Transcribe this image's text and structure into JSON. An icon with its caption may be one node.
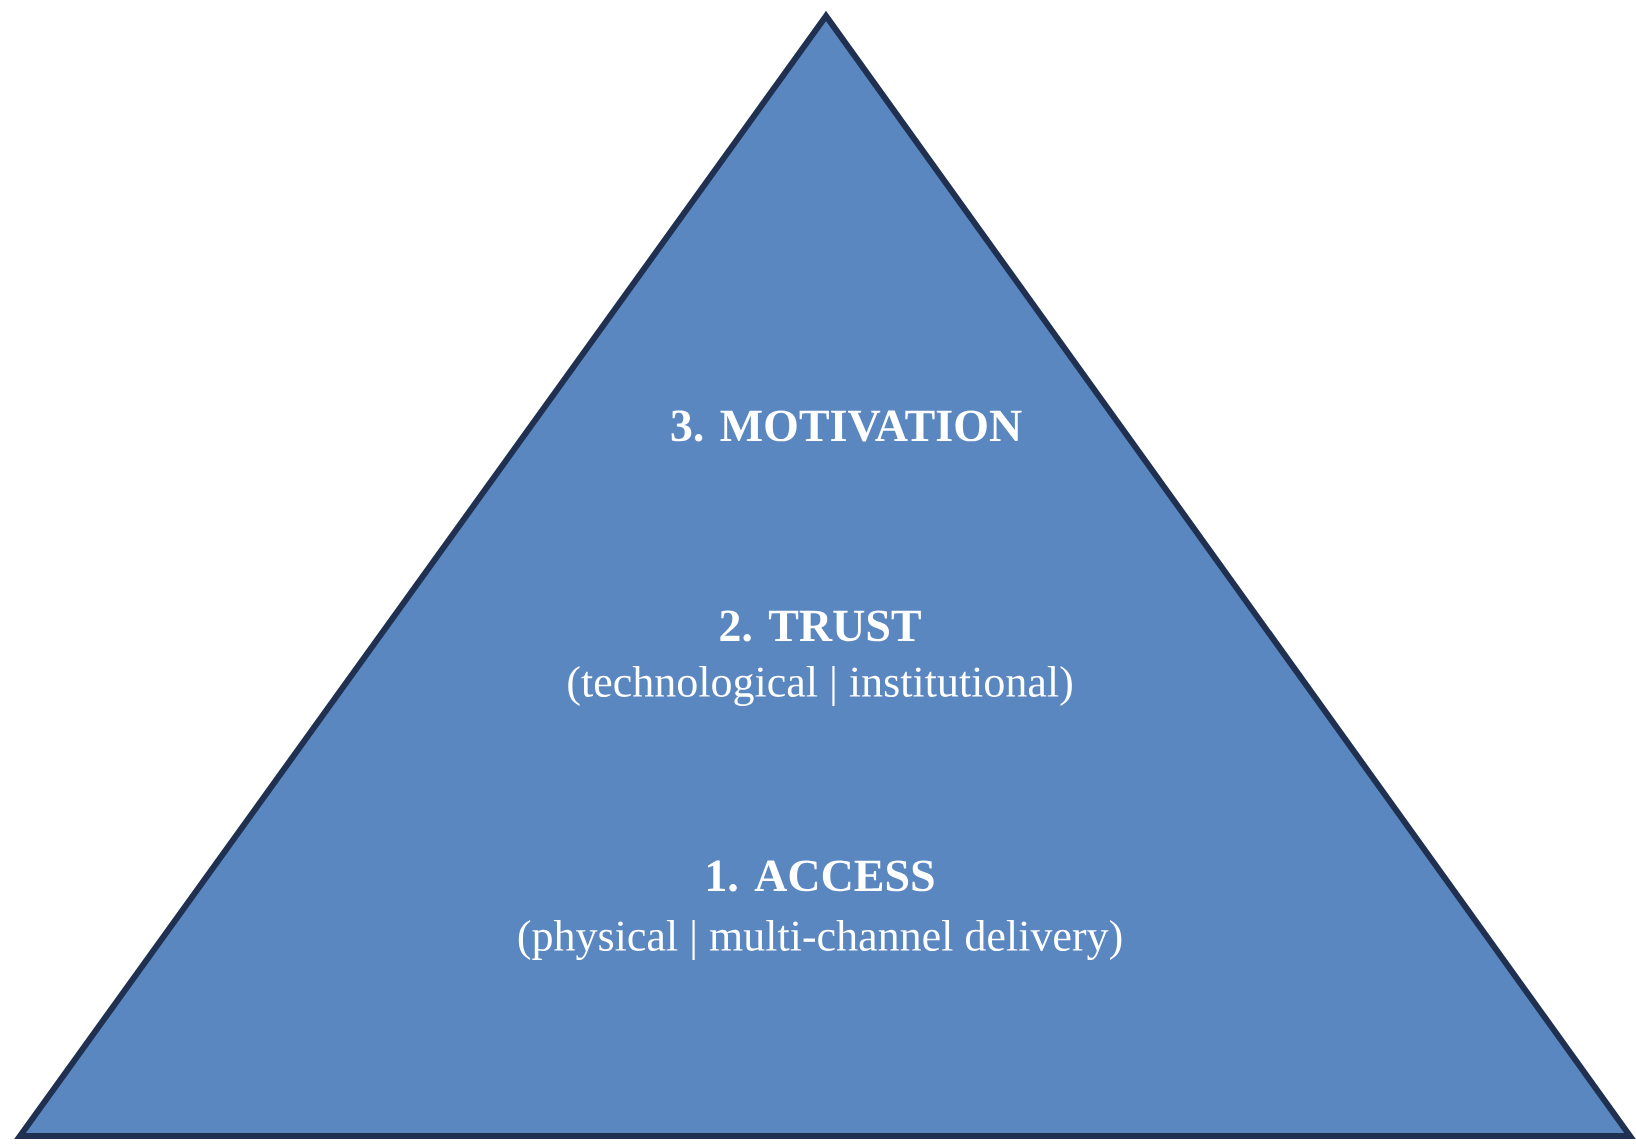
{
  "diagram": {
    "nodes": [
      {
        "text": [
          "3. MOTIVATION",
          "2. TRUST",
          "(technological | institutional)",
          "1. ACCESS",
          "(physical | multi-channel delivery)"
        ]
      }
    ]
  }
}
